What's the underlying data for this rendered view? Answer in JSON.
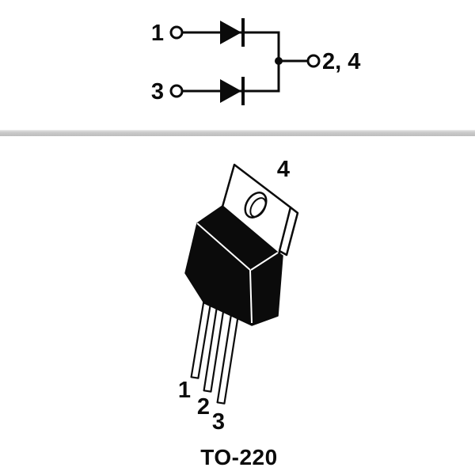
{
  "diagram": {
    "schematic": {
      "description": "dual-diode-common-cathode-internal-schematic",
      "pin1_label": "1",
      "pin3_label": "3",
      "common_pin_label": "2, 4"
    },
    "package": {
      "tab_pin_label": "4",
      "lead1_label": "1",
      "lead2_label": "2",
      "lead3_label": "3",
      "caption": "TO-220"
    },
    "colors": {
      "ink": "#0b0b0b",
      "divider": "#c6c6c6",
      "background": "#ffffff"
    }
  }
}
